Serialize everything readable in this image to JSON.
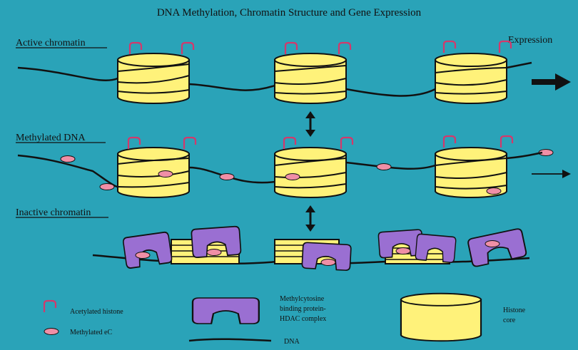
{
  "title": "DNA Methylation, Chromatin Structure and Gene Expression",
  "rows": {
    "active": {
      "label": "Active chromatin",
      "outcome": "Expression"
    },
    "methylated": {
      "label": "Methylated DNA"
    },
    "inactive": {
      "label": "Inactive chromatin"
    }
  },
  "legend": {
    "acetylated_histone": "Acetylated histone",
    "methylated_c": "Methylated eC",
    "mbp_hdac": "Methylcytosine binding protein-HDAC complex",
    "mbp_hdac_lines": [
      "Methylcytosine",
      "binding protein-",
      "HDAC complex"
    ],
    "histone": "Histone core",
    "histone_lines": [
      "Histone",
      "core"
    ],
    "dna": "DNA"
  },
  "colors": {
    "background": "#2aa3b8",
    "histone_fill": "#fff27a",
    "dna_strand": "#111111",
    "acetyl_mark": "#d4386b",
    "methyl_mark": "#f08fa6",
    "mbp_complex": "#9a6fd2"
  },
  "icons": {
    "arrows_between_rows": "double-headed-vertical-arrow",
    "expression_high": "bold-right-arrow",
    "expression_low": "thin-right-arrow"
  }
}
